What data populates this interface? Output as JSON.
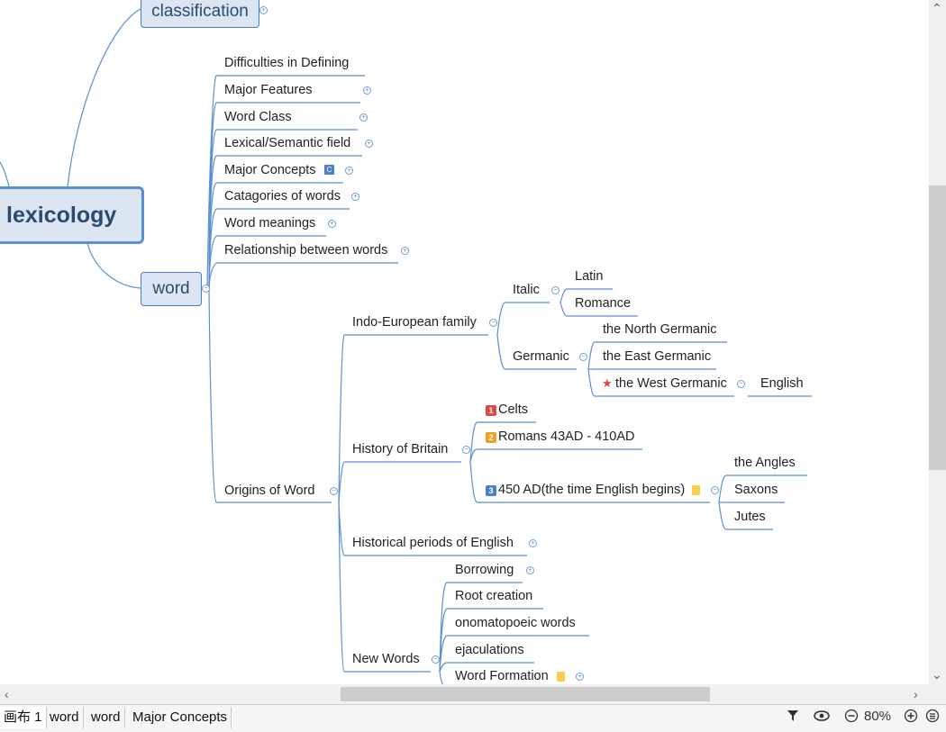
{
  "mindmap": {
    "classification": "classification",
    "root": "lexicology",
    "word": "word",
    "word_children": [
      "Difficulties in Defining",
      "Major Features",
      "Word Class",
      "Lexical/Semantic field",
      "Major Concepts",
      "Catagories of words",
      "Word meanings",
      "Relationship between words"
    ],
    "origins": "Origins of Word",
    "indo_european": "Indo-European family",
    "italic": "Italic",
    "latin": "Latin",
    "romance": "Romance",
    "germanic": "Germanic",
    "north_germanic": "the North Germanic",
    "east_germanic": "the East Germanic",
    "west_germanic": "the West Germanic",
    "english": "English",
    "history_britain": "History of Britain",
    "celts": "Celts",
    "romans": "Romans 43AD - 410AD",
    "ad450": "450 AD(the time English begins)",
    "angles": "the Angles",
    "saxons": "Saxons",
    "jutes": "Jutes",
    "historical_periods": "Historical periods of English",
    "new_words": "New Words",
    "new_words_children": [
      "Borrowing",
      "Root creation",
      "onomatopoeic words",
      "ejaculations",
      "Word Formation"
    ],
    "badges": [
      "1",
      "2",
      "3"
    ],
    "badge_colors": [
      "#e04848",
      "#f0a020",
      "#4a7fd1"
    ]
  },
  "tabs": [
    "画布 1",
    "word",
    "word",
    "Major Concepts"
  ],
  "zoom": "80%",
  "icons": [
    "filter-icon",
    "eye-icon",
    "zoom-out-icon",
    "zoom-in-icon",
    "menu-icon"
  ]
}
